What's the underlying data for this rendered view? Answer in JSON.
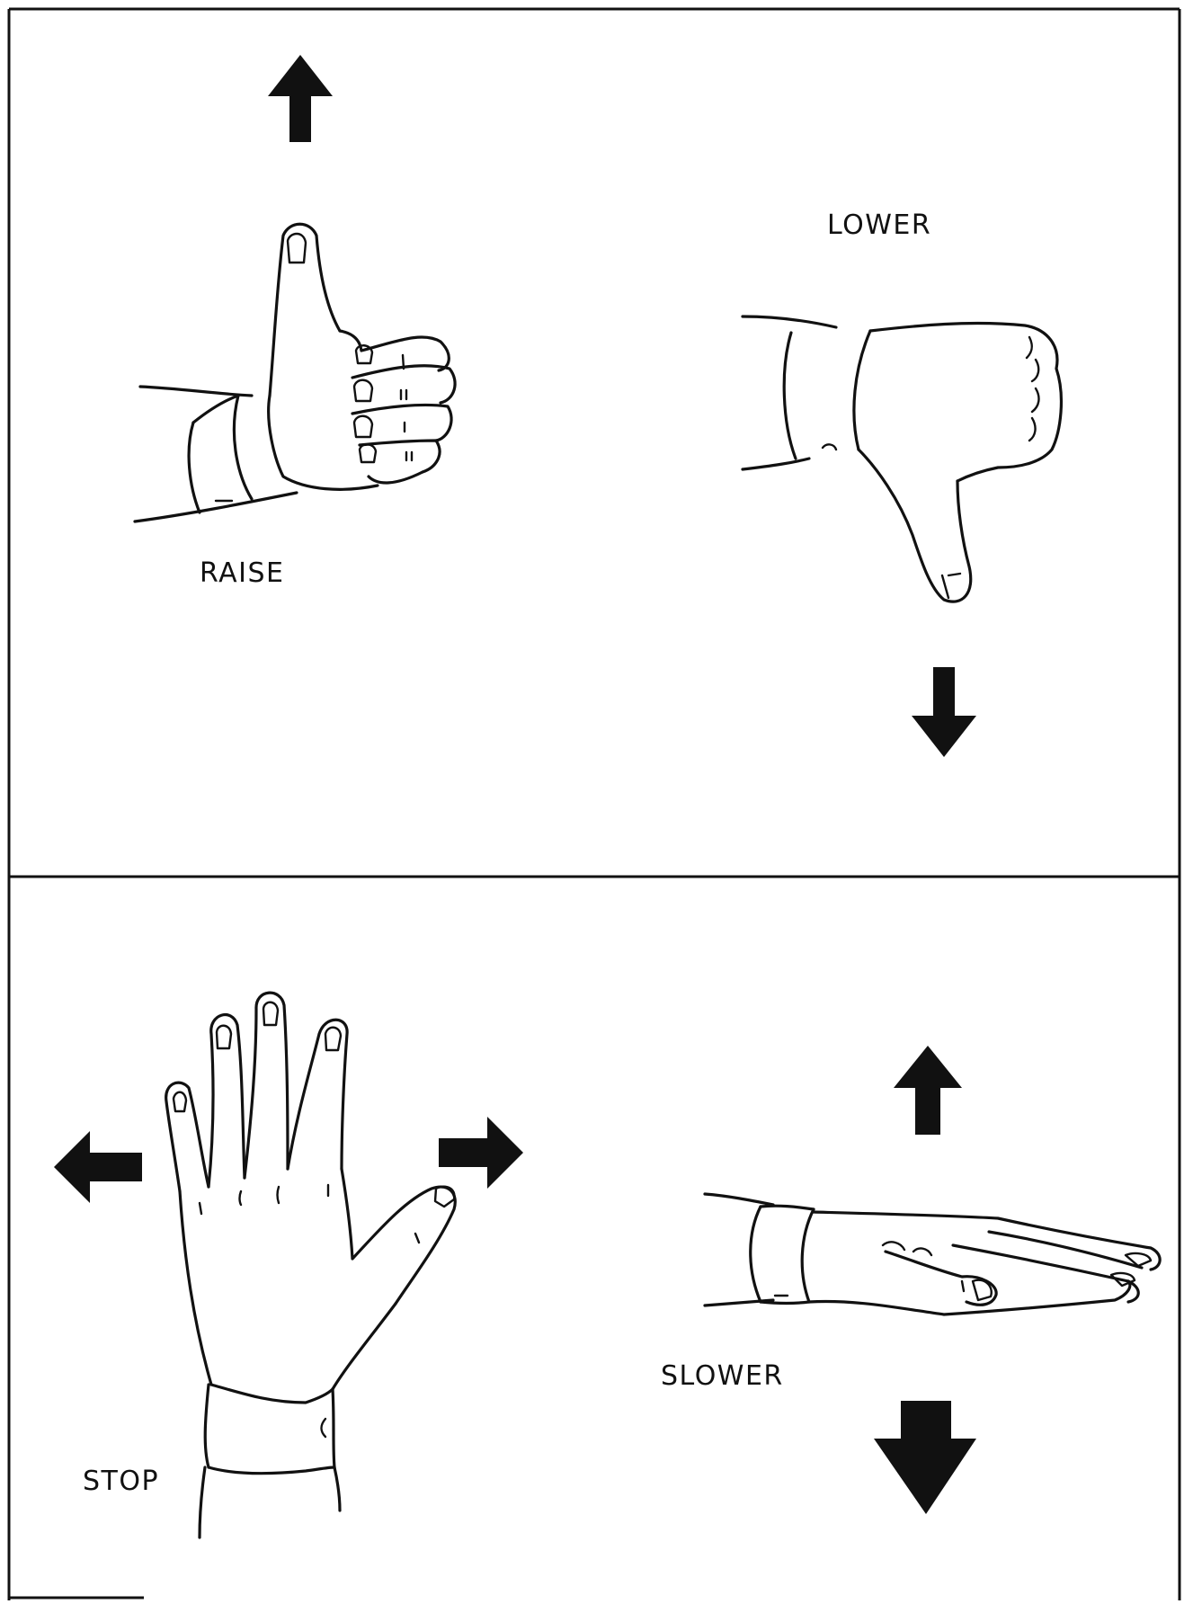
{
  "signals": {
    "raise": {
      "label": "RAISE"
    },
    "lower": {
      "label": "LOWER"
    },
    "stop": {
      "label": "STOP"
    },
    "slower": {
      "label": "SLOWER"
    }
  },
  "icons": {
    "raise_arrow": "arrow-up-icon",
    "lower_arrow": "arrow-down-icon",
    "stop_left_arrow": "arrow-left-icon",
    "stop_right_arrow": "arrow-right-icon",
    "slower_up_arrow": "arrow-up-icon",
    "slower_down_arrow": "arrow-down-icon"
  },
  "colors": {
    "ink": "#111111",
    "paper": "#ffffff"
  }
}
